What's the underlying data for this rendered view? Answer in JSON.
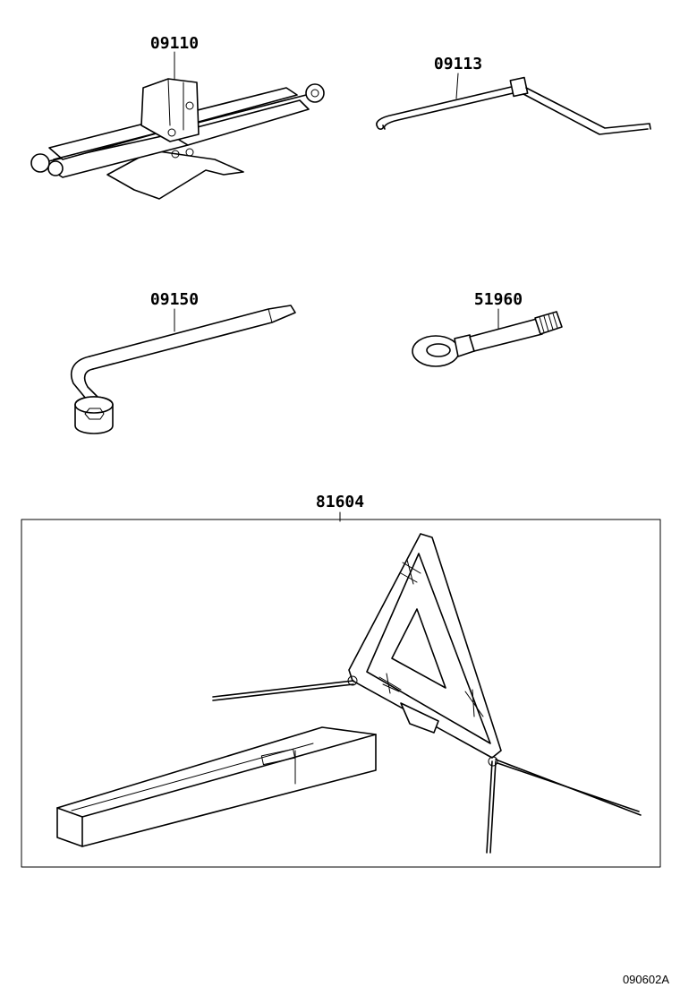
{
  "parts": [
    {
      "id": "jack",
      "label": "09110"
    },
    {
      "id": "jack-handle",
      "label": "09113"
    },
    {
      "id": "wrench",
      "label": "09150"
    },
    {
      "id": "towing-eye",
      "label": "51960"
    },
    {
      "id": "warning-triangle",
      "label": "81604"
    }
  ],
  "diagram_ref": "090602A"
}
